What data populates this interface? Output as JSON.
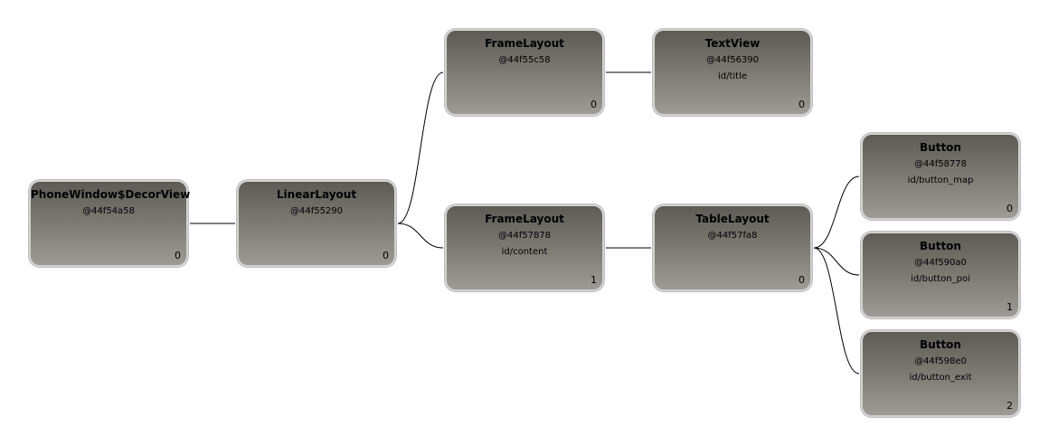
{
  "nodes": {
    "decorview": {
      "type": "PhoneWindow$DecorView",
      "address": "@44f54a58",
      "id": "",
      "index": "0"
    },
    "linearlayout": {
      "type": "LinearLayout",
      "address": "@44f55290",
      "id": "",
      "index": "0"
    },
    "framelayout1": {
      "type": "FrameLayout",
      "address": "@44f55c58",
      "id": "",
      "index": "0"
    },
    "textview": {
      "type": "TextView",
      "address": "@44f56390",
      "id": "id/title",
      "index": "0"
    },
    "framelayout2": {
      "type": "FrameLayout",
      "address": "@44f57878",
      "id": "id/content",
      "index": "1"
    },
    "tablelayout": {
      "type": "TableLayout",
      "address": "@44f57fa8",
      "id": "",
      "index": "0"
    },
    "button_map": {
      "type": "Button",
      "address": "@44f58778",
      "id": "id/button_map",
      "index": "0"
    },
    "button_poi": {
      "type": "Button",
      "address": "@44f590a0",
      "id": "id/button_poi",
      "index": "1"
    },
    "button_exit": {
      "type": "Button",
      "address": "@44f598e0",
      "id": "id/button_exit",
      "index": "2"
    }
  },
  "edges": [
    {
      "from": "decorview",
      "to": "linearlayout"
    },
    {
      "from": "linearlayout",
      "to": "framelayout1"
    },
    {
      "from": "linearlayout",
      "to": "framelayout2"
    },
    {
      "from": "framelayout1",
      "to": "textview"
    },
    {
      "from": "framelayout2",
      "to": "tablelayout"
    },
    {
      "from": "tablelayout",
      "to": "button_map"
    },
    {
      "from": "tablelayout",
      "to": "button_poi"
    },
    {
      "from": "tablelayout",
      "to": "button_exit"
    }
  ]
}
